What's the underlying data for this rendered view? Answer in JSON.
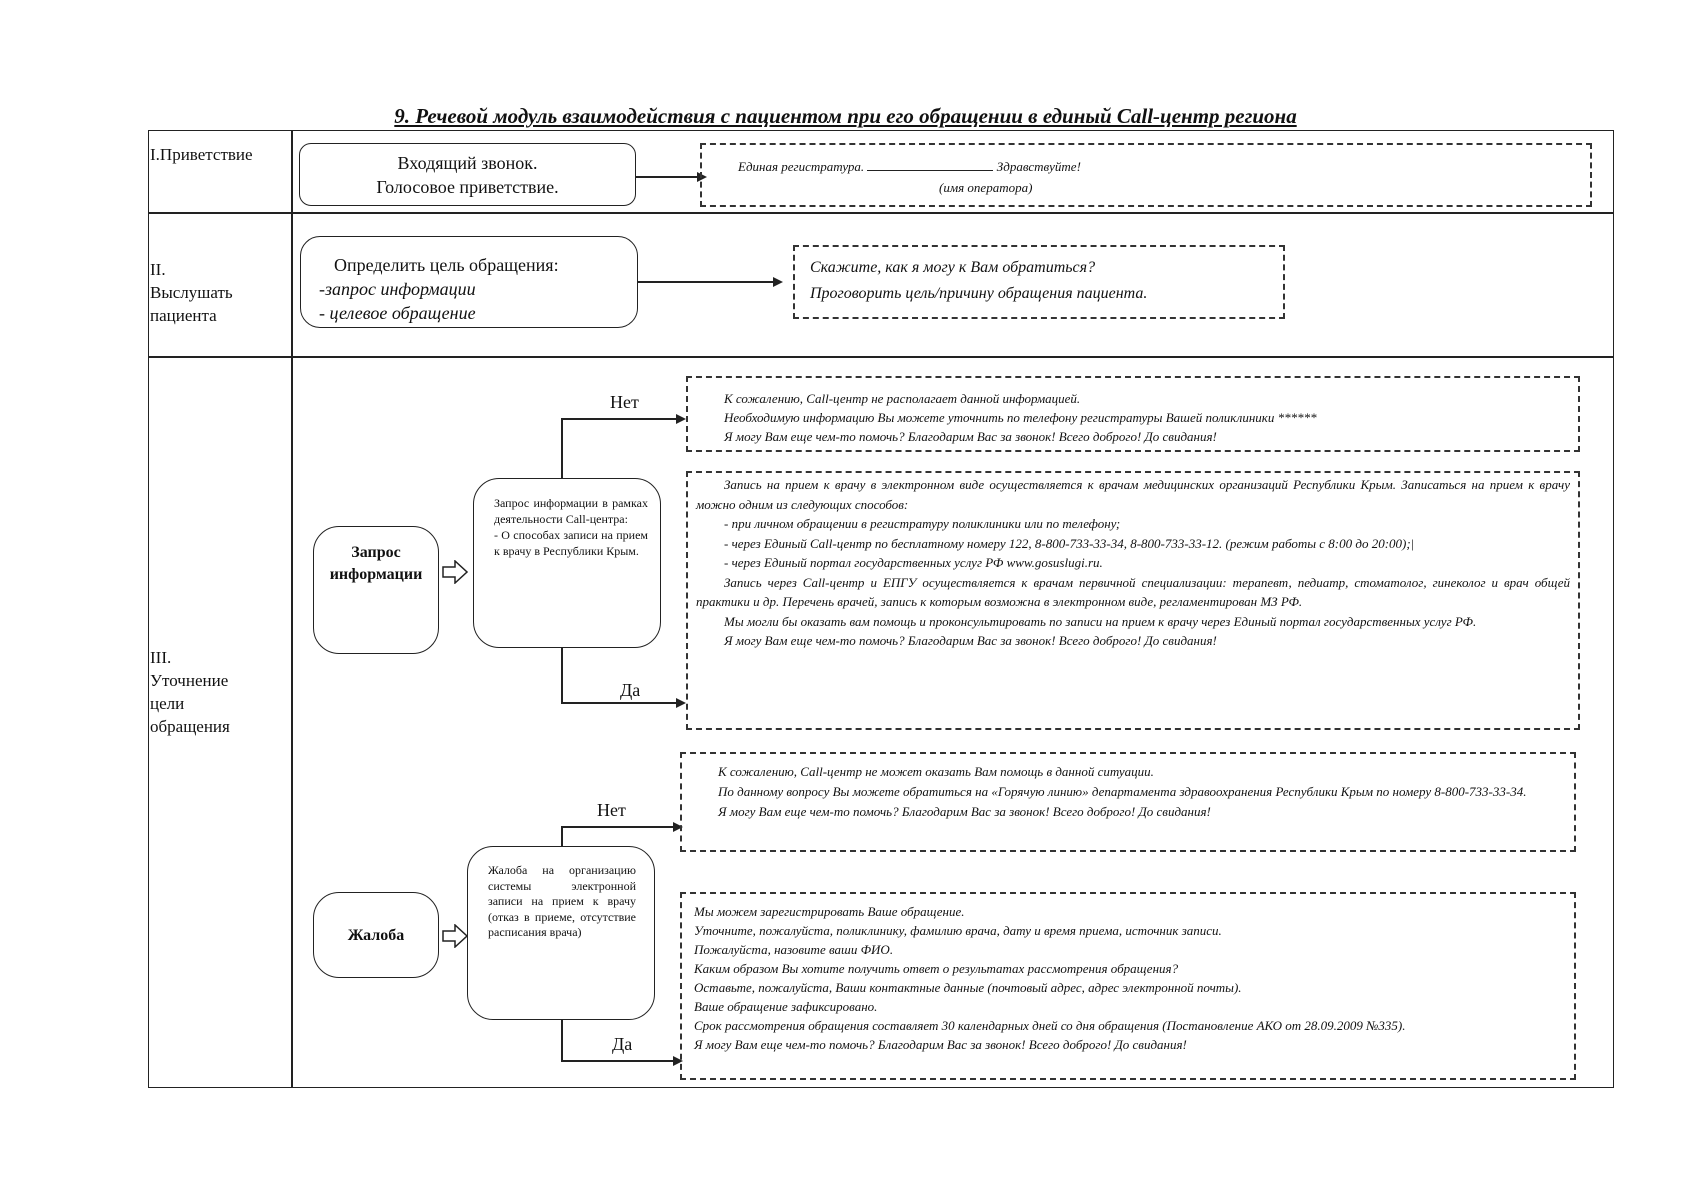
{
  "title": "9. Речевой модуль взаимодействия с пациентом при его обращении в единый Call-центр региона",
  "sections": {
    "greeting": {
      "label": "I.Приветствие",
      "box": [
        "Входящий звонок.",
        "Голосовое приветствие."
      ],
      "script_left": "Единая регистратура. ",
      "script_right": " Здравствуйте!",
      "operator_hint": "(имя оператора)"
    },
    "listen": {
      "label": [
        "II.",
        "Выслушать",
        "пациента"
      ],
      "box_title": "Определить цель обращения:",
      "box_items": [
        "-запрос информации",
        "- целевое обращение"
      ],
      "script": [
        "Скажите, как я могу к Вам обратиться?",
        "Проговорить цель/причину обращения пациента."
      ]
    },
    "clarify": {
      "label": [
        "III.",
        "Уточнение",
        "цели",
        "обращения"
      ],
      "info": {
        "box": [
          "Запрос",
          "информации"
        ],
        "detail": "Запрос информации в рамках деятельности Call-центра:\n- О способах записи на прием к врачу в Республики Крым.",
        "no_label": "Нет",
        "yes_label": "Да",
        "no_script": [
          "К сожалению, Call-центр не располагает данной информацией.",
          "Необходимую информацию Вы можете уточнить по телефону регистратуры Вашей поликлиники ******",
          "Я могу Вам еще чем-то помочь? Благодарим Вас за звонок! Всего доброго! До свидания!"
        ],
        "yes_script": [
          "Запись на прием к врачу в электронном виде осуществляется к врачам медицинских организаций Республики Крым. Записаться на прием к врачу можно одним из следующих способов:",
          "- при личном обращении в регистратуру поликлиники или по телефону;",
          "- через Единый Call-центр по бесплатному номеру 122, 8-800-733-33-34, 8-800-733-33-12. (режим работы с 8:00 до 20:00);|",
          "- через Единый портал государственных услуг РФ www.gosuslugi.ru.",
          "Запись через Call-центр и ЕПГУ осуществляется к врачам первичной специализации: терапевт, педиатр, стоматолог, гинеколог и врач общей практики и др. Перечень врачей, запись к которым возможна в электронном виде, регламентирован МЗ РФ.",
          "Мы могли бы оказать вам помощь и проконсультировать по записи на прием к врачу через Единый портал государственных услуг РФ.",
          "Я могу Вам еще чем-то помочь?  Благодарим Вас за звонок! Всего доброго! До свидания!"
        ]
      },
      "complaint": {
        "box": "Жалоба",
        "detail": "Жалоба на организацию системы электронной записи на прием к врачу (отказ в приеме, отсутствие расписания врача)",
        "no_label": "Нет",
        "yes_label": "Да",
        "no_script": [
          "К сожалению, Call-центр не может оказать Вам помощь в данной ситуации.",
          "По данному вопросу Вы можете обратиться на «Горячую линию» департамента здравоохранения Республики Крым по номеру 8-800-733-33-34.",
          "Я могу Вам еще чем-то помочь? Благодарим Вас за звонок! Всего доброго! До свидания!"
        ],
        "yes_script": [
          "Мы можем зарегистрировать Ваше обращение.",
          "Уточните, пожалуйста, поликлинику, фамилию врача, дату и время приема, источник записи.",
          "Пожалуйста, назовите ваши ФИО.",
          "Каким образом Вы хотите получить ответ о результатах рассмотрения обращения?",
          "Оставьте, пожалуйста, Ваши контактные данные (почтовый адрес, адрес электронной почты).",
          "Ваше обращение зафиксировано.",
          "Срок рассмотрения обращения составляет 30 календарных дней со дня обращения (Постановление АКО от 28.09.2009 №335).",
          "Я могу Вам еще чем-то помочь? Благодарим Вас за звонок! Всего доброго! До свидания!"
        ]
      }
    }
  }
}
